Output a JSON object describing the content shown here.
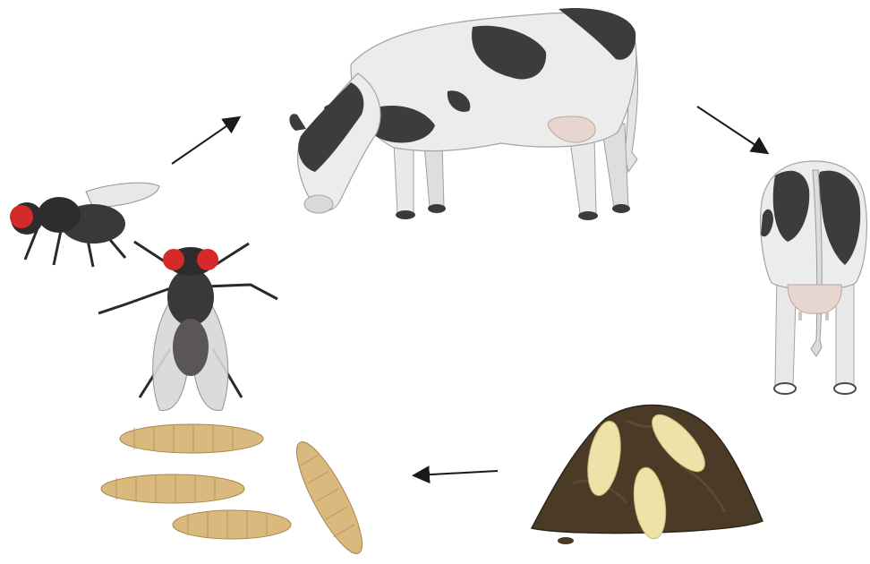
{
  "diagram": {
    "type": "life-cycle",
    "stages": [
      {
        "id": "adult-flies",
        "icon": "housefly-adult-icon"
      },
      {
        "id": "cow-grazing",
        "icon": "holstein-cow-side-icon"
      },
      {
        "id": "cow-rear",
        "icon": "holstein-cow-rear-icon"
      },
      {
        "id": "dung-with-larvae",
        "icon": "dung-pile-larvae-icon"
      },
      {
        "id": "larvae",
        "icon": "fly-larvae-icon"
      }
    ],
    "arrows": [
      {
        "from": "adult-flies",
        "to": "cow-grazing"
      },
      {
        "from": "cow-grazing",
        "to": "cow-rear"
      },
      {
        "from": "dung-with-larvae",
        "to": "larvae"
      }
    ],
    "colors": {
      "arrow": "#1a1a1a",
      "fly_eye": "#d62a2a",
      "fly_body": "#3a3838",
      "cow_white": "#ececec",
      "cow_patch": "#3c3c3c",
      "udder": "#e7d6d0",
      "larva": "#d9b97e",
      "dung": "#4a3a26"
    }
  }
}
